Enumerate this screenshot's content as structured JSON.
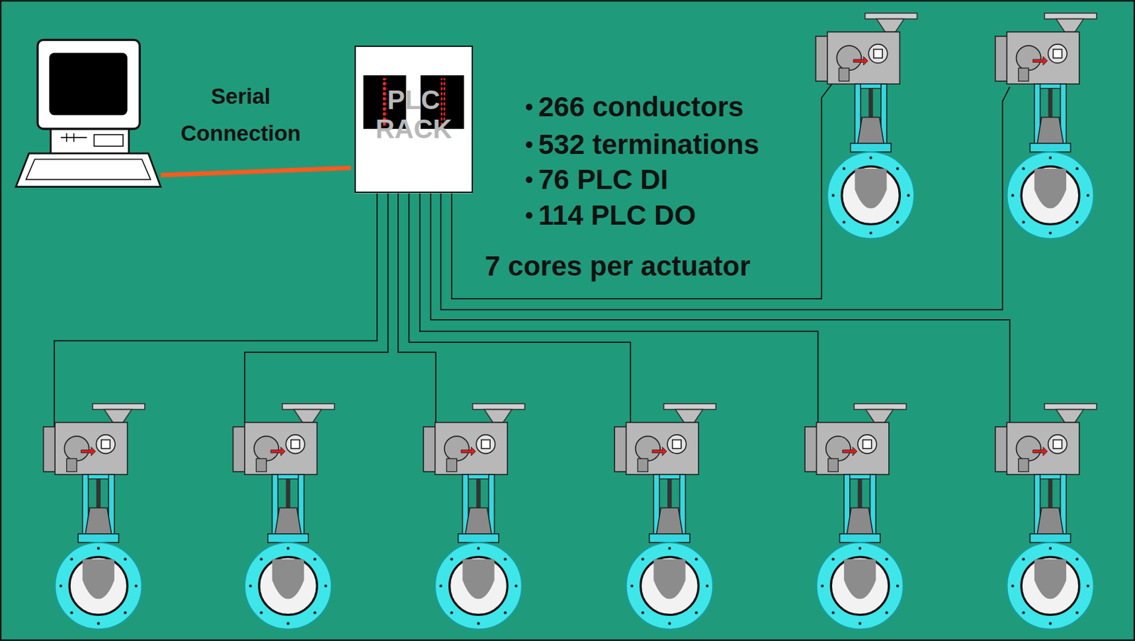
{
  "diagram": {
    "nodes": [
      {
        "text": [
          "PLC RACK"
        ]
      }
    ],
    "labels": [
      "Serial Connection",
      "266 conductors",
      "532 terminations",
      "76 PLC DI",
      "114 PLC DO",
      "7 cores per actuator"
    ]
  }
}
